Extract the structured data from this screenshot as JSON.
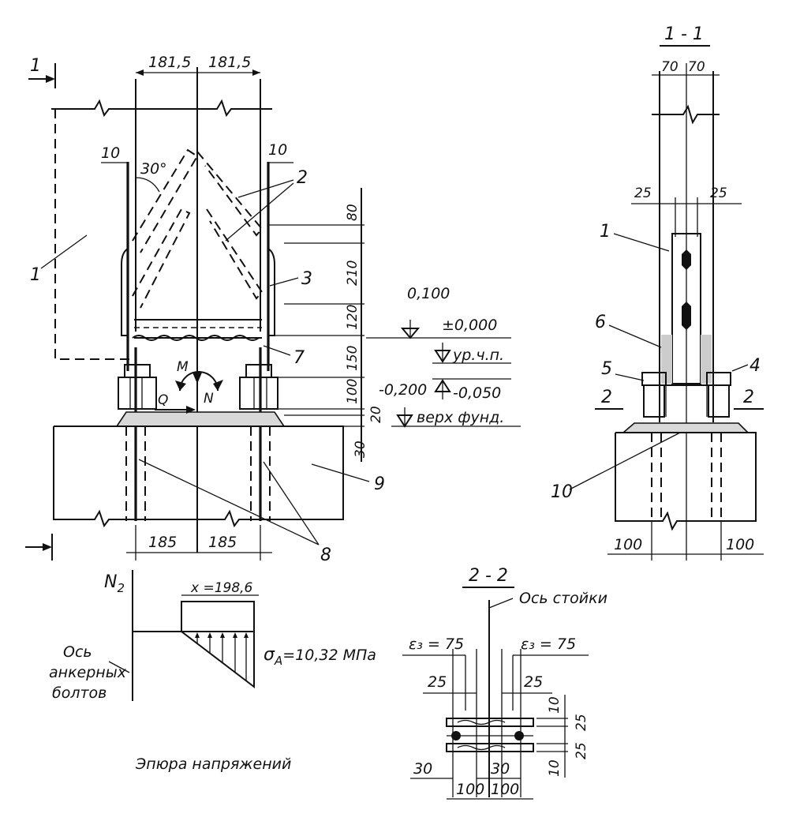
{
  "section_labels": {
    "section_1_1": "1 - 1",
    "section_2_2": "2 - 2",
    "cut_mark_1": "1",
    "cut_mark_2_left": "2",
    "cut_mark_2_right": "2"
  },
  "main_elevation": {
    "dim_top_left": "181,5",
    "dim_top_right": "181,5",
    "dim_bottom_left": "185",
    "dim_bottom_right": "185",
    "plate_thickness_left": "10",
    "plate_thickness_right": "10",
    "angle": "30°",
    "vert_dims": [
      "80",
      "210",
      "120",
      "150",
      "100",
      "20",
      "30"
    ],
    "callouts": [
      "1",
      "2",
      "3",
      "7",
      "8",
      "9"
    ],
    "force_m": "M",
    "force_q": "Q",
    "force_n": "N"
  },
  "levels": {
    "level_0100": "0,100",
    "level_zero": "±0,000",
    "level_floor": "ур.ч.п.",
    "level_minus_0200": "-0,200",
    "level_minus_0050": "-0,050",
    "level_fund": "верх фунд."
  },
  "section_1_1_view": {
    "dim_70_left": "70",
    "dim_70_right": "70",
    "dim_25_left": "25",
    "dim_25_right": "25",
    "dim_100_left": "100",
    "dim_100_right": "100",
    "callouts": [
      "1",
      "6",
      "5",
      "4",
      "10"
    ]
  },
  "stress_diagram": {
    "n_label": "N",
    "n_subscript": "2",
    "x_value": "x =198,6",
    "sigma_label": "σ",
    "sigma_subscript": "A",
    "sigma_value": "=10,32 МПа",
    "axis_text_line1": "Ось",
    "axis_text_line2": "анкерных",
    "axis_text_line3": "болтов",
    "caption": "Эпюра напряжений"
  },
  "section_2_2_view": {
    "axis_label": "Ось стойки",
    "e_left": "ε₃ = 75",
    "e_right": "ε₃ = 75",
    "dim_25_left": "25",
    "dim_25_right": "25",
    "dim_10_top": "10",
    "dim_25_vert_top": "25",
    "dim_25_vert_bottom": "25",
    "dim_10_bottom": "10",
    "dim_30_left": "30",
    "dim_30_right": "30",
    "dim_100_left": "100",
    "dim_100_right": "100"
  }
}
